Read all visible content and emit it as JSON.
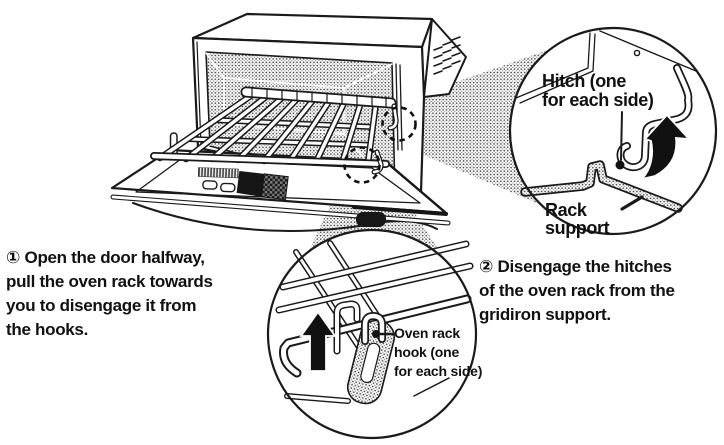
{
  "illustration": {
    "title_semantic": "oven-rack-removal-instructions",
    "steps": {
      "step1": "① Open the door halfway,\npull the oven rack towards\nyou to disengage it from\nthe hooks.",
      "step2": "② Disengage the hitches\nof the oven rack from the\ngridiron support."
    },
    "callouts": {
      "hitch": "Hitch (one\nfor each side)",
      "rack_support": "Rack\nsupport",
      "oven_rack_hook": "Oven rack\nhook (one\nfor each side)"
    },
    "icons": {
      "lift_arrow": "⬆",
      "curved_lift_arrow": "⤴"
    },
    "colors": {
      "ink": "#1a1a1a",
      "paper": "#ffffff",
      "halftone_dot": "#474747"
    }
  }
}
